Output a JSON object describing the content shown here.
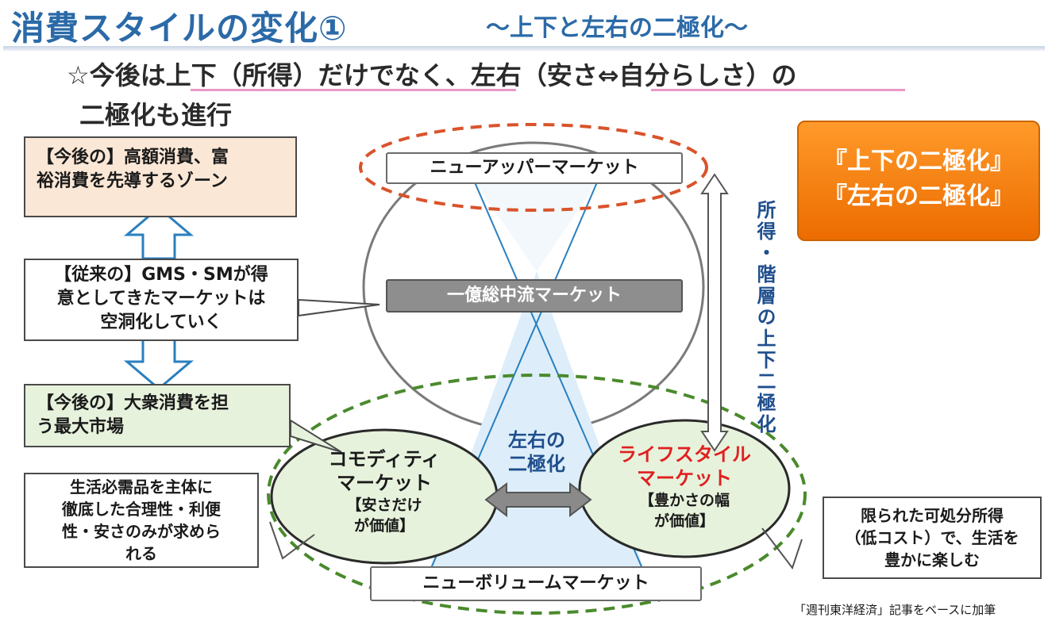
{
  "header": {
    "title": "消費スタイルの変化①",
    "subtitle": "～上下と左右の二極化～"
  },
  "lead": {
    "line1": "☆今後は上下（所得）だけでなく、左右（安さ⇔自分らしさ）の",
    "line2": "二極化も進行"
  },
  "left_boxes": {
    "future_high": [
      "【今後の】高額消費、富",
      "裕消費を先導するゾーン"
    ],
    "traditional": [
      "【従来の】GMS・SMが得",
      "意としてきたマーケットは",
      "空洞化していく"
    ],
    "future_mass": [
      "【今後の】大衆消費を担",
      "う最大市場"
    ],
    "daily_goods": [
      "生活必需品を主体に",
      "徹底した合理性・利便",
      "性・安さのみが求めら",
      "れる"
    ]
  },
  "diagram": {
    "new_upper": "ニューアッパーマーケット",
    "middle": "一億総中流マーケット",
    "new_volume": "ニューボリュームマーケット",
    "lr_label": [
      "左右の",
      "二極化"
    ],
    "commodity": {
      "title": [
        "コモディティ",
        "マーケット"
      ],
      "value": [
        "【安さだけ",
        "が価値】"
      ]
    },
    "lifestyle": {
      "title": [
        "ライフスタイル",
        "マーケット"
      ],
      "value": [
        "【豊かさの幅",
        "が価値】"
      ]
    },
    "vertical_label": "所得・階層の上下二極化"
  },
  "badge": [
    "『上下の二極化』",
    "『左右の二極化』"
  ],
  "right_box": [
    "限られた可処分所得",
    "（低コスト）で、生活を",
    "豊かに楽しむ"
  ],
  "credit": "「週刊東洋経済」記事をベースに加筆",
  "colors": {
    "title_blue": "#2b6aa8",
    "dash_orange": "#d9532b",
    "dash_green": "#4a8a2c",
    "line_blue": "#2a7fbf",
    "lifestyle_red": "#e02020",
    "badge_orange": "#ec6c00"
  }
}
